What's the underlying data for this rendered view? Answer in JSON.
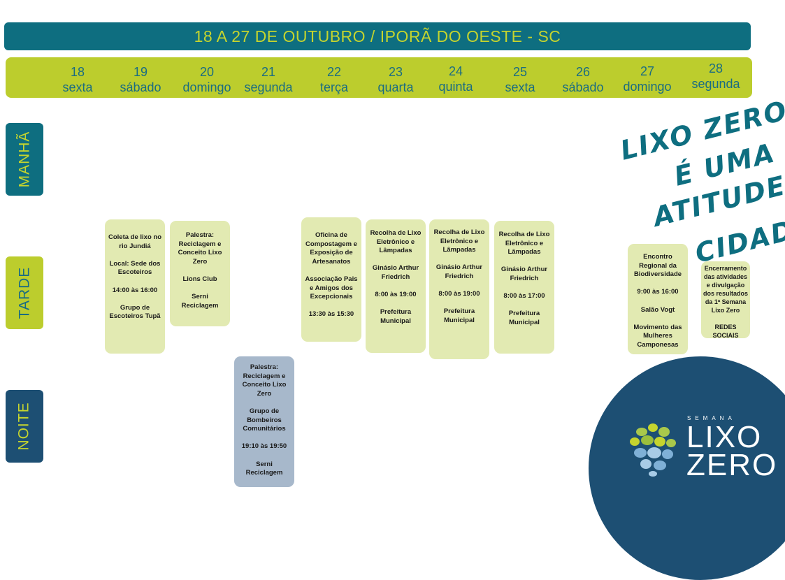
{
  "header": {
    "title": "18 A 27 DE OUTUBRO / IPORÃ DO OESTE - SC"
  },
  "days": [
    {
      "num": "18",
      "name": "sexta"
    },
    {
      "num": "19",
      "name": "sábado"
    },
    {
      "num": "20",
      "name": "domingo"
    },
    {
      "num": "21",
      "name": "segunda"
    },
    {
      "num": "22",
      "name": "terça"
    },
    {
      "num": "23",
      "name": "quarta"
    },
    {
      "num": "24",
      "name": "quinta"
    },
    {
      "num": "25",
      "name": "sexta"
    },
    {
      "num": "26",
      "name": "sábado"
    },
    {
      "num": "27",
      "name": "domingo"
    },
    {
      "num": "28",
      "name": "segunda"
    }
  ],
  "periods": {
    "morning": "MANHÃ",
    "afternoon": "TARDE",
    "night": "NOITE"
  },
  "events": {
    "day19": "Coleta de lixo no rio Jundiá\n\nLocal: Sede dos Escoteiros\n\n14:00  às 16:00\n\nGrupo de Escoteiros Tupã",
    "day20": "Palestra: Reciclagem e Conceito Lixo Zero\n\nLions Club\n\nSerni Reciclagem",
    "day21_night": "Palestra: Reciclagem e Conceito Lixo Zero\n\nGrupo de Bombeiros Comunitários\n\n19:10  às 19:50\n\nSerni Reciclagem",
    "day22": "Oficina de Compostagem e Exposição de Artesanatos\n\nAssociação Pais e Amigos dos Excepcionais\n\n13:30 às 15:30",
    "day23": "Recolha de Lixo Eletrônico e Lâmpadas\n\nGinásio Arthur Friedrich\n\n8:00  às 19:00\n\nPrefeitura Municipal",
    "day24": "Recolha de Lixo Eletrônico e Lâmpadas\n\nGinásio Arthur Friedrich\n\n8:00  às 19:00\n\nPrefeitura Municipal",
    "day25": "Recolha de Lixo Eletrônico e Lâmpadas\n\nGinásio Arthur Friedrich\n\n8:00  às 17:00\n\nPrefeitura Municipal",
    "day27": "Encontro Regional da Biodiversidade\n\n9:00 às 16:00\n\nSalão Vogt\n\nMovimento das Mulheres Camponesas",
    "day28": "Encerramento das atividades e divulgação dos resultados da 1ª Semana Lixo Zero\n\nREDES SOCIAIS"
  },
  "slogan": {
    "line1": "LIXO ZERO",
    "line2": "É UMA",
    "line3": "ATITUDE",
    "line4": "CIDADÃ"
  },
  "logo": {
    "small": "SEMANA",
    "line1": "LIXO",
    "line2": "ZERO"
  },
  "colors": {
    "teal": "#0e6e80",
    "lime": "#bccd2d",
    "navy": "#1d4f73",
    "card": "#e2eab2",
    "card_night": "#a7b8cb"
  }
}
